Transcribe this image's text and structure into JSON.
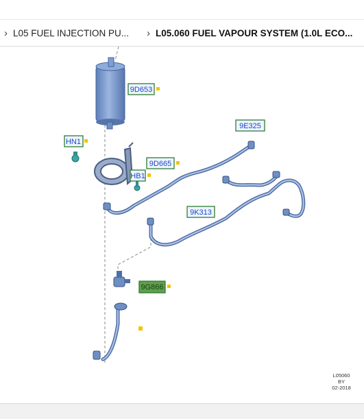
{
  "breadcrumb": {
    "items": [
      {
        "label": "L05 FUEL INJECTION PU..."
      },
      {
        "label": "L05.060 FUEL VAPOUR SYSTEM (1.0L ECO..."
      }
    ]
  },
  "diagram": {
    "callouts": {
      "c1": "9D653",
      "c2": "9E325",
      "c3": "HN1",
      "c4": "9D665",
      "c5": "HB1",
      "c6": "9K313",
      "c7": "9G866"
    },
    "stamp": {
      "code": "L05060",
      "by": "BY",
      "date": "02-2018"
    },
    "colors": {
      "part_blue": "#7e9fd1",
      "callout_border": "#2e7d32",
      "callout_text": "#1b47c4",
      "highlight": "#5f9f4e",
      "marker": "#f2c500"
    }
  }
}
